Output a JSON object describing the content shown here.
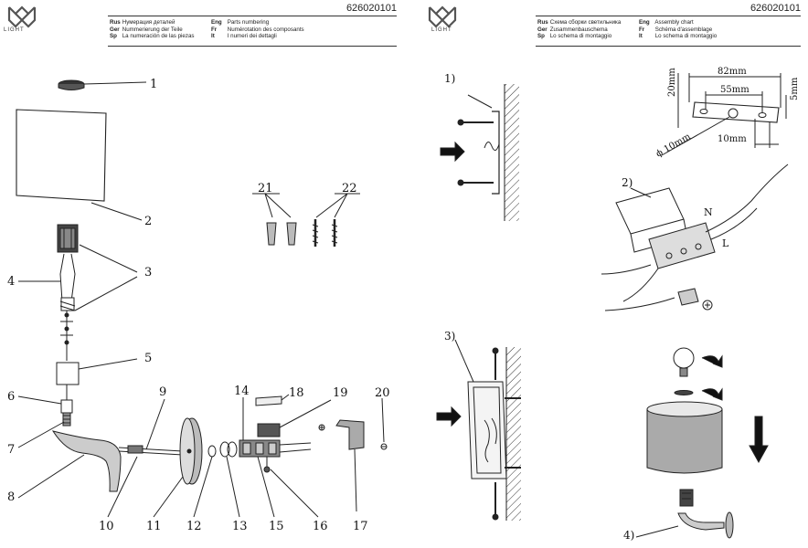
{
  "brand": {
    "logo_text": "LIGHT"
  },
  "model_code": "626020101",
  "left_page": {
    "header": [
      {
        "lang": "Rus",
        "text": "Нумерация деталей"
      },
      {
        "lang": "Ger",
        "text": "Nummerierung der Teile"
      },
      {
        "lang": "Sp",
        "text": "La numeración de las piezas"
      }
    ],
    "header2": [
      {
        "lang": "Eng",
        "text": "Parts numbering"
      },
      {
        "lang": "Fr",
        "text": "Numérotation des composants"
      },
      {
        "lang": "It",
        "text": "I numeri dei dettagli"
      }
    ],
    "part_labels": [
      "1",
      "2",
      "3",
      "4",
      "5",
      "6",
      "7",
      "8",
      "9",
      "10",
      "11",
      "12",
      "13",
      "14",
      "15",
      "16",
      "17",
      "18",
      "19",
      "20",
      "21",
      "22"
    ]
  },
  "right_page": {
    "header": [
      {
        "lang": "Rus",
        "text": "Схема сборки светильника"
      },
      {
        "lang": "Ger",
        "text": "Zusammenbauschema"
      },
      {
        "lang": "Sp",
        "text": "Lo schema di montaggio"
      }
    ],
    "header2": [
      {
        "lang": "Eng",
        "text": "Assembly chart"
      },
      {
        "lang": "Fr",
        "text": "Schéma d'assemblage"
      },
      {
        "lang": "It",
        "text": "Lo schema di montaggio"
      }
    ],
    "step_labels": [
      "1)",
      "2)",
      "3)",
      "4)"
    ],
    "dimensions": {
      "width_total": "82mm",
      "hole_spacing": "55mm",
      "height": "20mm",
      "offset": "5mm",
      "slot": "10mm",
      "hole_dia": "ϕ 10mm"
    },
    "wire_labels": {
      "neutral": "N",
      "live": "L"
    }
  }
}
